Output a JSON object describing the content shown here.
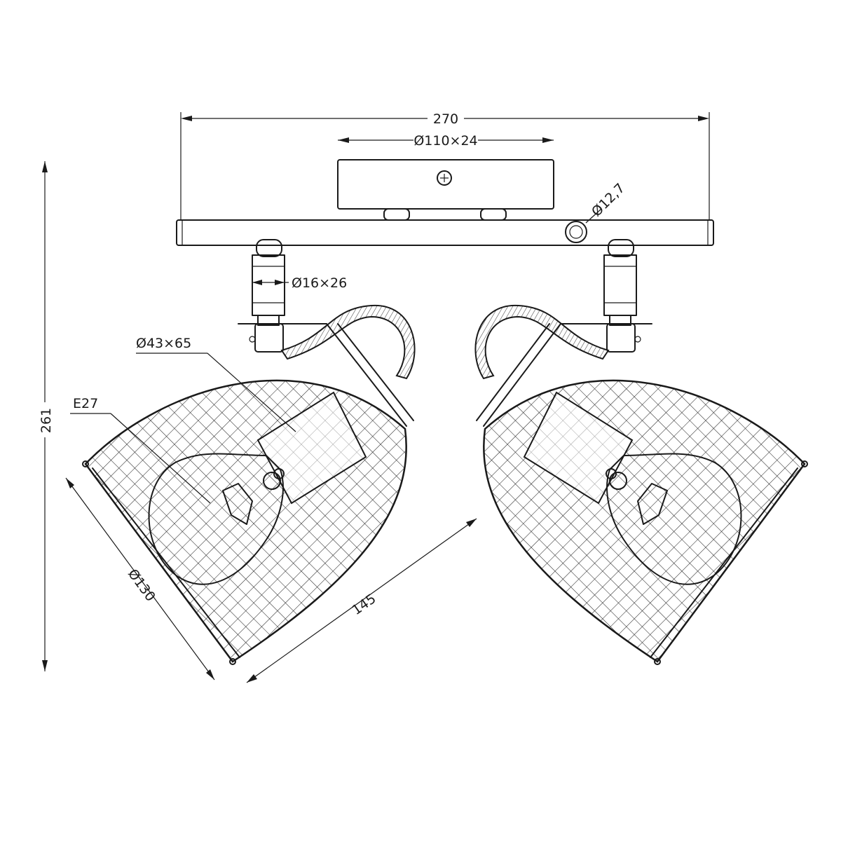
{
  "drawing": {
    "type": "technical-dimension-drawing",
    "line_color": "#1a1a1a",
    "background": "#ffffff"
  },
  "dimensions": {
    "total_width": "270",
    "base_plate": "Ø110×24",
    "rod_diameter": "Ø12,7",
    "joint": "Ø16×26",
    "socket": "Ø43×65",
    "bulb_base": "E27",
    "shade_diameter": "Ø130",
    "shade_length": "145",
    "total_height": "261"
  }
}
